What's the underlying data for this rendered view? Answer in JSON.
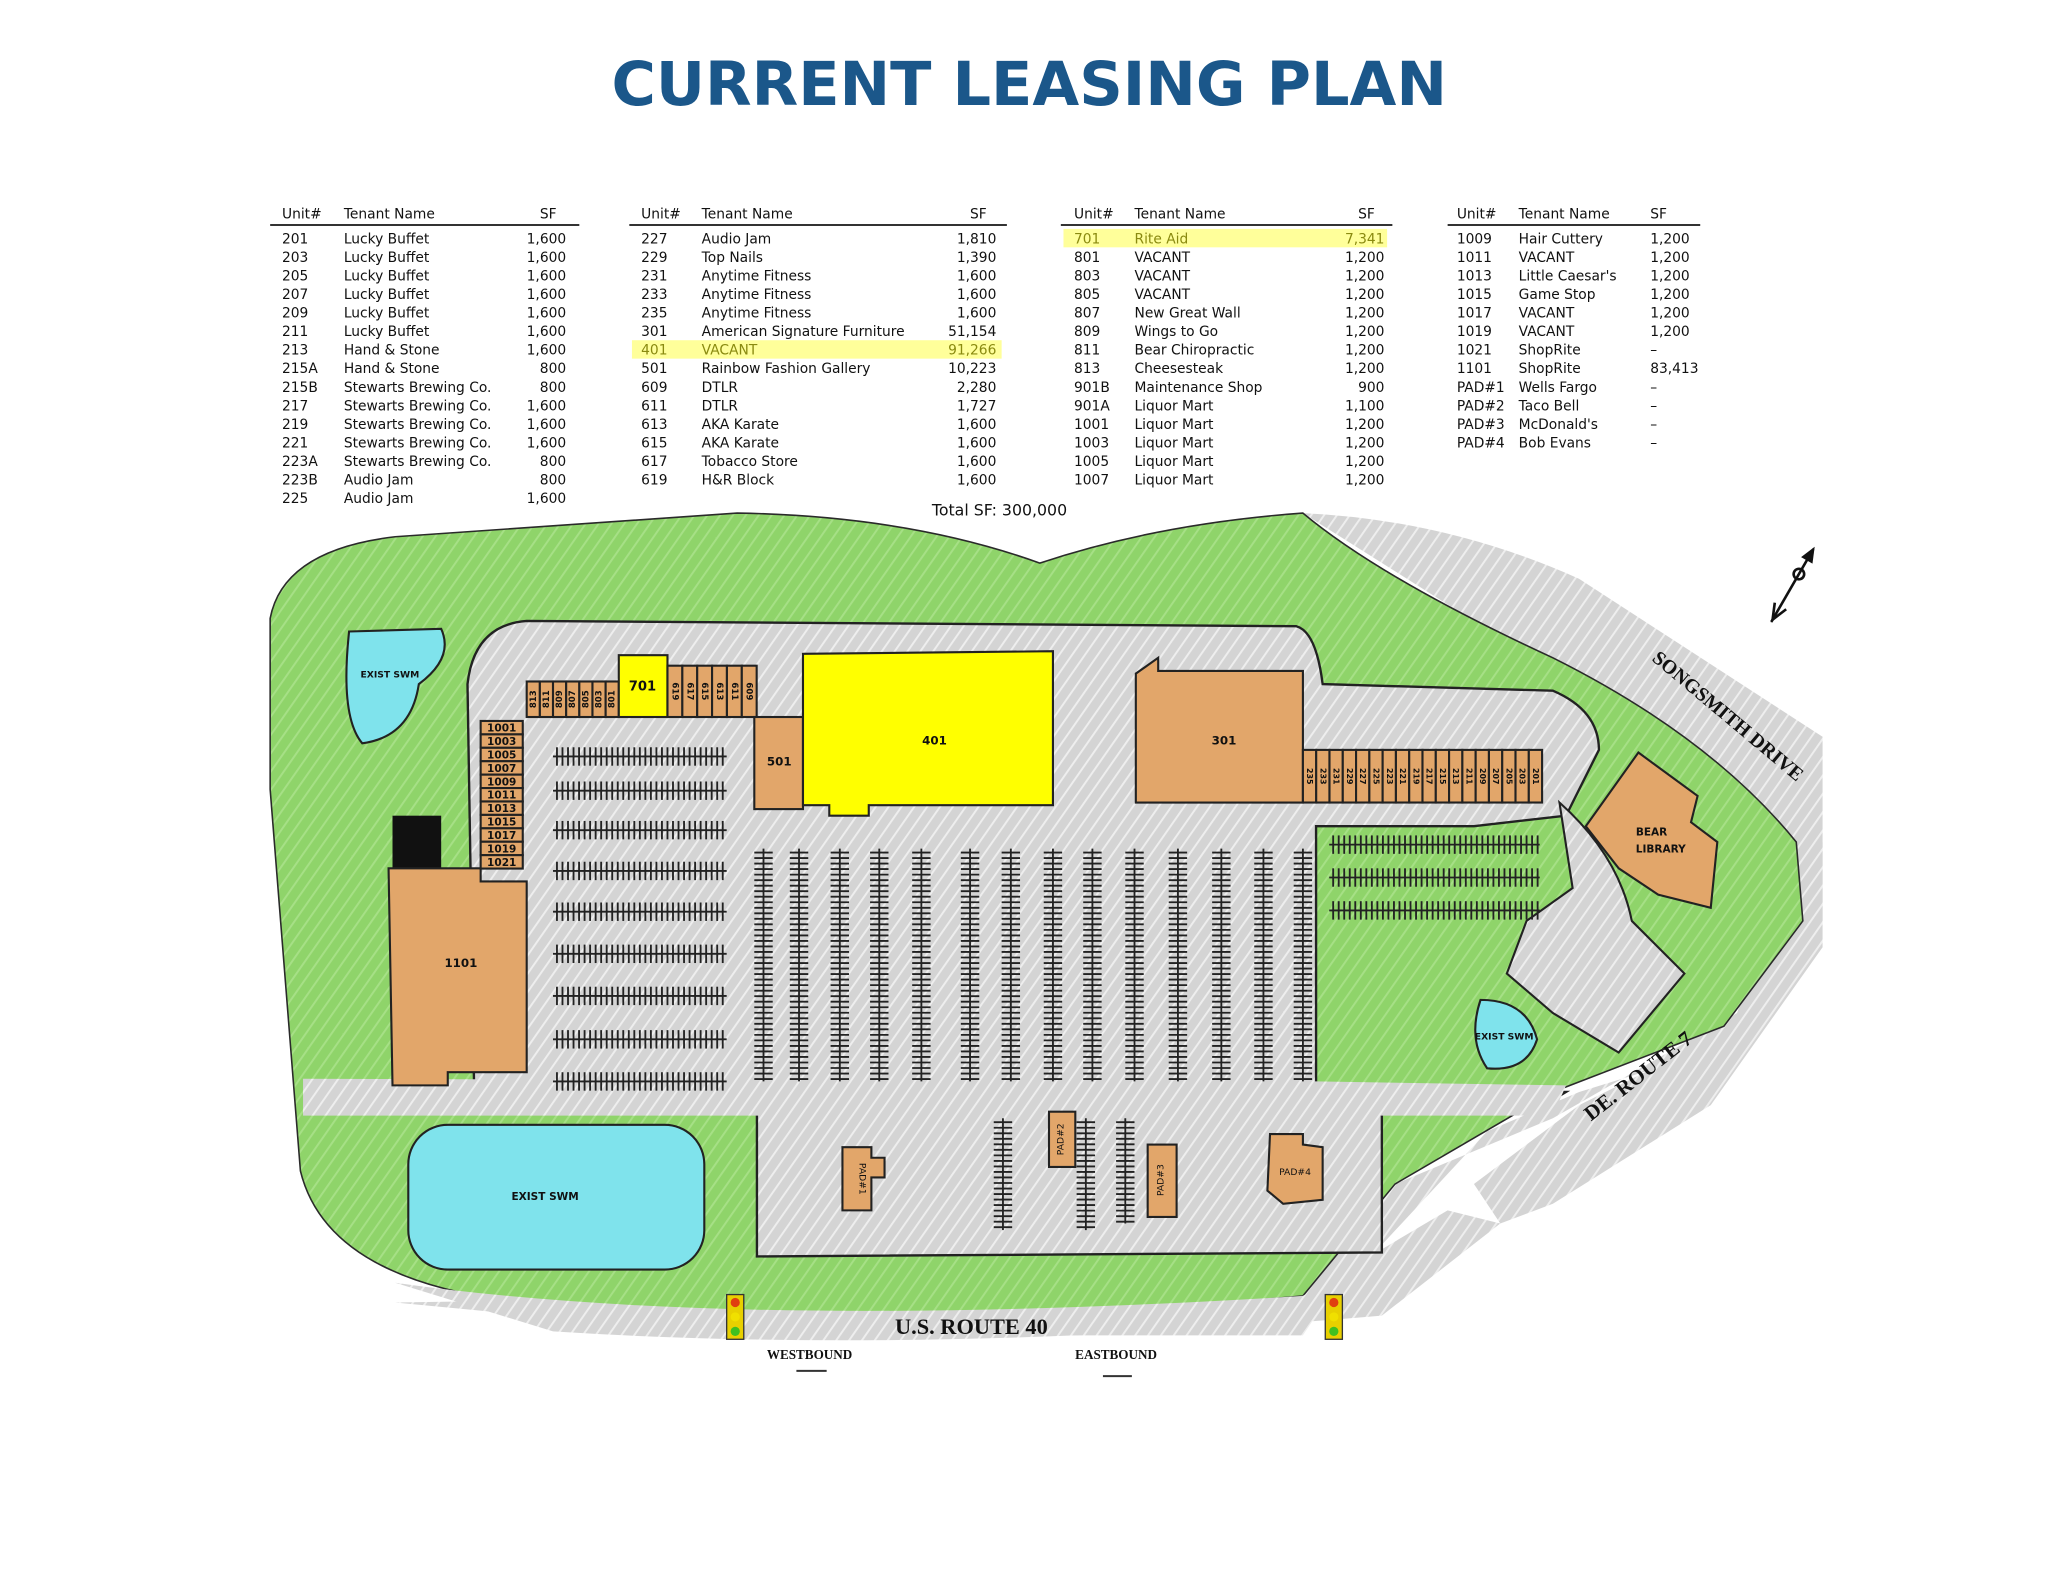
{
  "title": "CURRENT LEASING PLAN",
  "table_headers": {
    "unit": "Unit#",
    "tenant": "Tenant Name",
    "sf": "SF"
  },
  "tables": [
    {
      "rows": [
        {
          "unit": "201",
          "tenant": "Lucky Buffet",
          "sf": "1,600"
        },
        {
          "unit": "203",
          "tenant": "Lucky Buffet",
          "sf": "1,600"
        },
        {
          "unit": "205",
          "tenant": "Lucky Buffet",
          "sf": "1,600"
        },
        {
          "unit": "207",
          "tenant": "Lucky Buffet",
          "sf": "1,600"
        },
        {
          "unit": "209",
          "tenant": "Lucky Buffet",
          "sf": "1,600"
        },
        {
          "unit": "211",
          "tenant": "Lucky Buffet",
          "sf": "1,600"
        },
        {
          "unit": "213",
          "tenant": "Hand & Stone",
          "sf": "1,600"
        },
        {
          "unit": "215A",
          "tenant": "Hand & Stone",
          "sf": "800"
        },
        {
          "unit": "215B",
          "tenant": "Stewarts Brewing Co.",
          "sf": "800"
        },
        {
          "unit": "217",
          "tenant": "Stewarts Brewing Co.",
          "sf": "1,600"
        },
        {
          "unit": "219",
          "tenant": "Stewarts Brewing Co.",
          "sf": "1,600"
        },
        {
          "unit": "221",
          "tenant": "Stewarts Brewing Co.",
          "sf": "1,600"
        },
        {
          "unit": "223A",
          "tenant": "Stewarts Brewing Co.",
          "sf": "800"
        },
        {
          "unit": "223B",
          "tenant": "Audio Jam",
          "sf": "800"
        },
        {
          "unit": "225",
          "tenant": "Audio Jam",
          "sf": "1,600"
        }
      ]
    },
    {
      "rows": [
        {
          "unit": "227",
          "tenant": "Audio Jam",
          "sf": "1,810"
        },
        {
          "unit": "229",
          "tenant": "Top Nails",
          "sf": "1,390"
        },
        {
          "unit": "231",
          "tenant": "Anytime Fitness",
          "sf": "1,600"
        },
        {
          "unit": "233",
          "tenant": "Anytime Fitness",
          "sf": "1,600"
        },
        {
          "unit": "235",
          "tenant": "Anytime Fitness",
          "sf": "1,600"
        },
        {
          "unit": "301",
          "tenant": "American Signature Furniture",
          "sf": "51,154"
        },
        {
          "unit": "401",
          "tenant": "VACANT",
          "sf": "91,266",
          "highlight": true
        },
        {
          "unit": "501",
          "tenant": "Rainbow Fashion Gallery",
          "sf": "10,223"
        },
        {
          "unit": "609",
          "tenant": "DTLR",
          "sf": "2,280"
        },
        {
          "unit": "611",
          "tenant": "DTLR",
          "sf": "1,727"
        },
        {
          "unit": "613",
          "tenant": "AKA Karate",
          "sf": "1,600"
        },
        {
          "unit": "615",
          "tenant": "AKA Karate",
          "sf": "1,600"
        },
        {
          "unit": "617",
          "tenant": "Tobacco Store",
          "sf": "1,600"
        },
        {
          "unit": "619",
          "tenant": "H&R Block",
          "sf": "1,600"
        }
      ]
    },
    {
      "rows": [
        {
          "unit": "701",
          "tenant": "Rite Aid",
          "sf": "7,341",
          "highlight": true
        },
        {
          "unit": "801",
          "tenant": "VACANT",
          "sf": "1,200"
        },
        {
          "unit": "803",
          "tenant": "VACANT",
          "sf": "1,200"
        },
        {
          "unit": "805",
          "tenant": "VACANT",
          "sf": "1,200"
        },
        {
          "unit": "807",
          "tenant": "New Great Wall",
          "sf": "1,200"
        },
        {
          "unit": "809",
          "tenant": "Wings to Go",
          "sf": "1,200"
        },
        {
          "unit": "811",
          "tenant": "Bear Chiropractic",
          "sf": "1,200"
        },
        {
          "unit": "813",
          "tenant": "Cheesesteak",
          "sf": "1,200"
        },
        {
          "unit": "901B",
          "tenant": "Maintenance Shop",
          "sf": "900"
        },
        {
          "unit": "901A",
          "tenant": "Liquor Mart",
          "sf": "1,100"
        },
        {
          "unit": "1001",
          "tenant": "Liquor Mart",
          "sf": "1,200"
        },
        {
          "unit": "1003",
          "tenant": "Liquor Mart",
          "sf": "1,200"
        },
        {
          "unit": "1005",
          "tenant": "Liquor Mart",
          "sf": "1,200"
        },
        {
          "unit": "1007",
          "tenant": "Liquor Mart",
          "sf": "1,200"
        }
      ]
    },
    {
      "rows": [
        {
          "unit": "1009",
          "tenant": "Hair Cuttery",
          "sf": "1,200"
        },
        {
          "unit": "1011",
          "tenant": "VACANT",
          "sf": "1,200"
        },
        {
          "unit": "1013",
          "tenant": "Little Caesar's",
          "sf": "1,200"
        },
        {
          "unit": "1015",
          "tenant": "Game Stop",
          "sf": "1,200"
        },
        {
          "unit": "1017",
          "tenant": "VACANT",
          "sf": "1,200"
        },
        {
          "unit": "1019",
          "tenant": "VACANT",
          "sf": "1,200"
        },
        {
          "unit": "1021",
          "tenant": "ShopRite",
          "sf": "–"
        },
        {
          "unit": "1101",
          "tenant": "ShopRite",
          "sf": "83,413"
        },
        {
          "unit": "PAD#1",
          "tenant": "Wells Fargo",
          "sf": "–"
        },
        {
          "unit": "PAD#2",
          "tenant": "Taco Bell",
          "sf": "–"
        },
        {
          "unit": "PAD#3",
          "tenant": "McDonald's",
          "sf": "–"
        },
        {
          "unit": "PAD#4",
          "tenant": "Bob Evans",
          "sf": "–"
        }
      ]
    }
  ],
  "total_sf": "Total SF: 300,000",
  "map": {
    "buildings": {
      "b701": "701",
      "b401": "401",
      "b301": "301",
      "b501": "501",
      "b1101": "1101"
    },
    "pads": [
      "PAD#1",
      "PAD#2",
      "PAD#3",
      "PAD#4"
    ],
    "top_strip_units": [
      "813",
      "811",
      "809",
      "807",
      "805",
      "803",
      "801"
    ],
    "strip_600_units": [
      "619",
      "617",
      "615",
      "613",
      "611",
      "609"
    ],
    "column_1000_units": [
      "1001",
      "1003",
      "1005",
      "1007",
      "1009",
      "1011",
      "1013",
      "1015",
      "1017",
      "1019",
      "1021"
    ],
    "strip_200_units": [
      "235",
      "233",
      "231",
      "229",
      "227",
      "225",
      "223",
      "221",
      "219",
      "217",
      "215",
      "213",
      "211",
      "209",
      "207",
      "205",
      "203",
      "201"
    ],
    "pond_label": "EXIST SWM",
    "library_label": [
      "BEAR",
      "LIBRARY"
    ],
    "roads": {
      "songsmith": "SONGSMITH DRIVE",
      "route7": "DE. ROUTE 7",
      "route40": "U.S. ROUTE 40",
      "westbound": "WESTBOUND",
      "eastbound": "EASTBOUND"
    }
  },
  "colors": {
    "title": "#1b578a",
    "highlight": "#ffff9a",
    "vacant_anchor": "#ffff00",
    "building": "#e2a66a",
    "grass": "#8fd46a",
    "pavement": "#d6d6d6",
    "pond": "#7fe3ec"
  }
}
